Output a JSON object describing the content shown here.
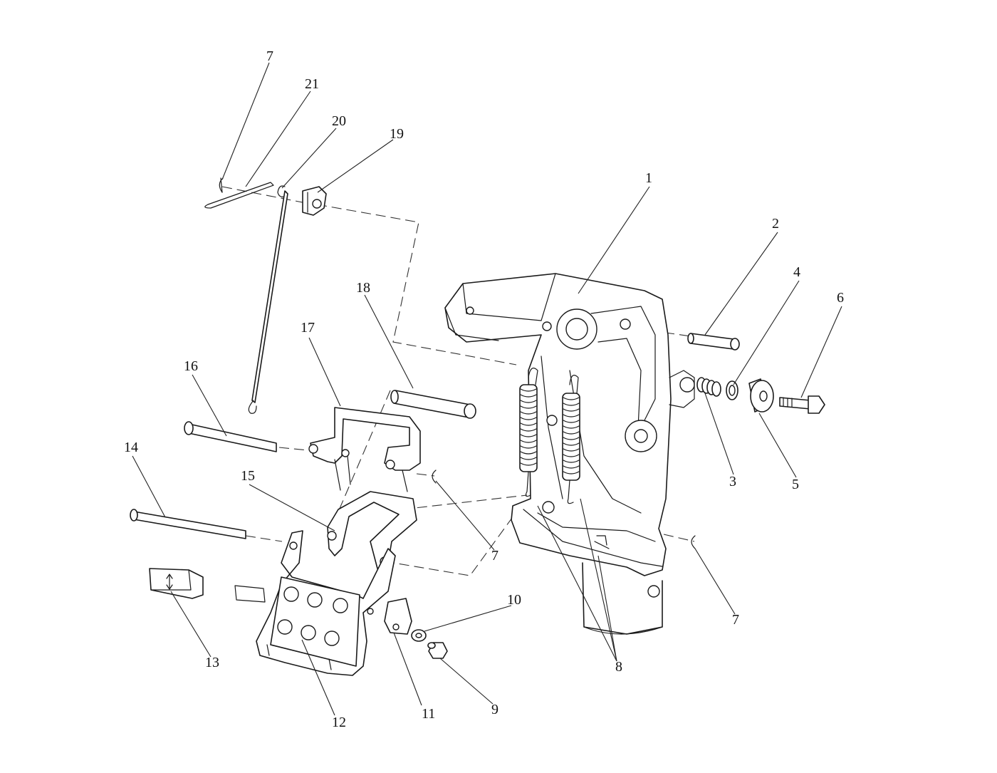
{
  "callouts": [
    {
      "id": "c1",
      "label": "1"
    },
    {
      "id": "c2",
      "label": "2"
    },
    {
      "id": "c3",
      "label": "3"
    },
    {
      "id": "c4",
      "label": "4"
    },
    {
      "id": "c5",
      "label": "5"
    },
    {
      "id": "c6",
      "label": "6"
    },
    {
      "id": "c7a",
      "label": "7"
    },
    {
      "id": "c7b",
      "label": "7"
    },
    {
      "id": "c7c",
      "label": "7"
    },
    {
      "id": "c8",
      "label": "8"
    },
    {
      "id": "c9",
      "label": "9"
    },
    {
      "id": "c10",
      "label": "10"
    },
    {
      "id": "c11",
      "label": "11"
    },
    {
      "id": "c12",
      "label": "12"
    },
    {
      "id": "c13",
      "label": "13"
    },
    {
      "id": "c14",
      "label": "14"
    },
    {
      "id": "c15",
      "label": "15"
    },
    {
      "id": "c16",
      "label": "16"
    },
    {
      "id": "c17",
      "label": "17"
    },
    {
      "id": "c18",
      "label": "18"
    },
    {
      "id": "c19",
      "label": "19"
    },
    {
      "id": "c20",
      "label": "20"
    },
    {
      "id": "c21",
      "label": "21"
    }
  ]
}
